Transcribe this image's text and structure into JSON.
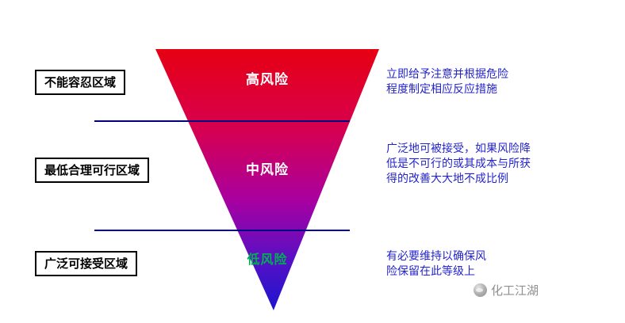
{
  "triangle": {
    "zone_labels": [
      {
        "id": "high",
        "text": "高风险"
      },
      {
        "id": "medium",
        "text": "中风险"
      },
      {
        "id": "low",
        "text": "低风险"
      }
    ]
  },
  "left_labels": [
    {
      "text": "不能容忍区域"
    },
    {
      "text": "最低合理可行区域"
    },
    {
      "text": "广泛可接受区域"
    }
  ],
  "right_notes": [
    {
      "text": "立即给予注意并根据危险\n程度制定相应反应措施"
    },
    {
      "text": "广泛地可被接受，如果风险降\n低是不可行的或其成本与所获\n得的改善大大地不成比例"
    },
    {
      "text": "有必要维持以确保风\n险保留在此等级上"
    }
  ],
  "watermark": {
    "text": "化工江湖"
  },
  "colors": {
    "gradient_top": "#e60012",
    "gradient_mid": "#a800a0",
    "gradient_bottom": "#1b15cf",
    "line": "#000080",
    "note_text": "#2424cc",
    "low_risk_green": "#00b050"
  }
}
